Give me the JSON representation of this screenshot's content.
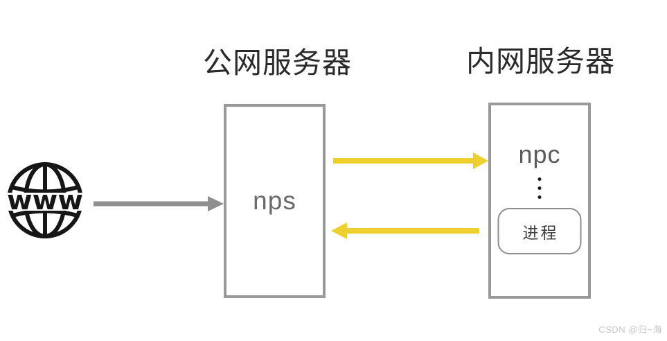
{
  "diagram": {
    "public_server_title": "公网服务器",
    "private_server_title": "内网服务器",
    "nps_label": "nps",
    "npc_label": "npc",
    "process_label": "进程",
    "www_label": "www"
  },
  "watermark": {
    "text": "CSDN @归~海"
  },
  "colors": {
    "arrow_yellow": "#EDD02F",
    "arrow_gray": "#8F8F8F",
    "box_border": "#9A9A9A",
    "globe_stroke": "#161616",
    "title_text": "#2A2A2A",
    "watermark_text": "#C6C6C6",
    "background": "#FFFFFF"
  }
}
